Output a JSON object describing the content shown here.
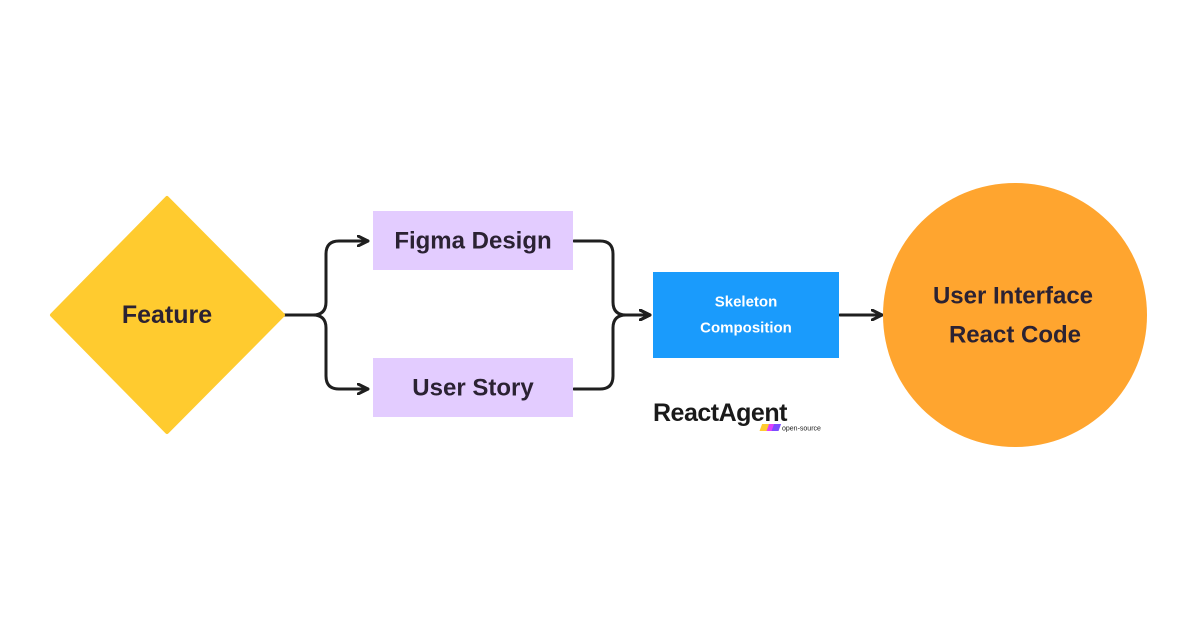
{
  "diagram": {
    "nodes": {
      "feature": {
        "label": "Feature",
        "shape": "diamond",
        "color": "#FFCB2F"
      },
      "figma_design": {
        "label": "Figma Design",
        "shape": "rectangle",
        "color": "#E3CCFF"
      },
      "user_story": {
        "label": "User Story",
        "shape": "rectangle",
        "color": "#E3CCFF"
      },
      "skeleton": {
        "label_line1": "Skeleton",
        "label_line2": "Composition",
        "shape": "rectangle",
        "color": "#1A9BFC",
        "text_color": "#FFFFFF"
      },
      "output": {
        "label_line1": "User Interface",
        "label_line2": "React Code",
        "shape": "circle",
        "color": "#FFA52F"
      }
    },
    "edges": [
      {
        "from": "feature",
        "to": "figma_design"
      },
      {
        "from": "feature",
        "to": "user_story"
      },
      {
        "from": "figma_design",
        "to": "skeleton"
      },
      {
        "from": "user_story",
        "to": "skeleton"
      },
      {
        "from": "skeleton",
        "to": "output"
      }
    ],
    "edge_color": "#1F1F1F"
  },
  "logo": {
    "name": "ReactAgent",
    "badge": "open-source",
    "badge_colors": [
      "#FFCB2F",
      "#E040FB",
      "#7C4DFF"
    ]
  }
}
